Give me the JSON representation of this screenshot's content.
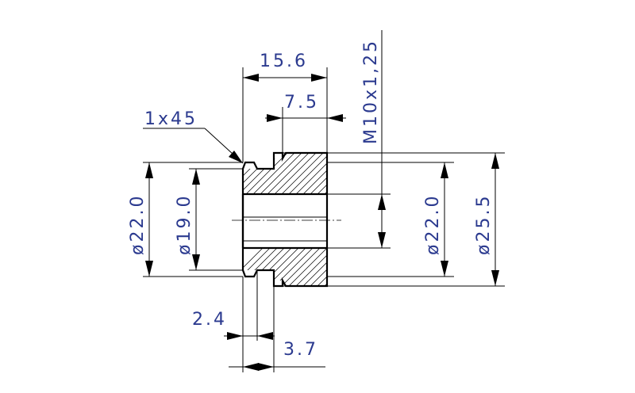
{
  "drawing": {
    "dimensions": {
      "overall_length": "15.6",
      "thread_length": "7.5",
      "chamfer": "1x45",
      "thread": "M10x1,25",
      "outer_diameter_left": "ø22.0",
      "groove_diameter": "ø19.0",
      "bore_diameter": "ø22.0",
      "flange_diameter": "ø25.5",
      "groove_width": "2.4",
      "groove_position": "3.7"
    }
  }
}
